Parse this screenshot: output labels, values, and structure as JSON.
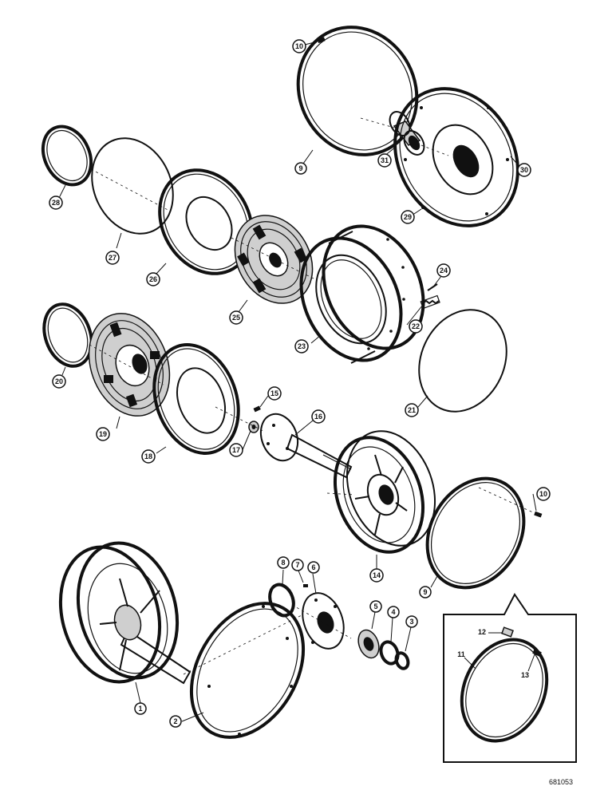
{
  "figure_ref": "681053",
  "callouts": [
    {
      "id": "c10a",
      "label": "10"
    },
    {
      "id": "c9a",
      "label": "9"
    },
    {
      "id": "c31",
      "label": "31"
    },
    {
      "id": "c30",
      "label": "30"
    },
    {
      "id": "c29",
      "label": "29"
    },
    {
      "id": "c28",
      "label": "28"
    },
    {
      "id": "c27",
      "label": "27"
    },
    {
      "id": "c26",
      "label": "26"
    },
    {
      "id": "c25",
      "label": "25"
    },
    {
      "id": "c24",
      "label": "24"
    },
    {
      "id": "c23",
      "label": "23"
    },
    {
      "id": "c22",
      "label": "22"
    },
    {
      "id": "c21",
      "label": "21"
    },
    {
      "id": "c20",
      "label": "20"
    },
    {
      "id": "c19",
      "label": "19"
    },
    {
      "id": "c18",
      "label": "18"
    },
    {
      "id": "c17",
      "label": "17"
    },
    {
      "id": "c16",
      "label": "16"
    },
    {
      "id": "c15",
      "label": "15"
    },
    {
      "id": "c14",
      "label": "14"
    },
    {
      "id": "c10b",
      "label": "10"
    },
    {
      "id": "c9b",
      "label": "9"
    },
    {
      "id": "c8",
      "label": "8"
    },
    {
      "id": "c7",
      "label": "7"
    },
    {
      "id": "c6",
      "label": "6"
    },
    {
      "id": "c5",
      "label": "5"
    },
    {
      "id": "c4",
      "label": "4"
    },
    {
      "id": "c3",
      "label": "3"
    },
    {
      "id": "c2",
      "label": "2"
    },
    {
      "id": "c1",
      "label": "1"
    },
    {
      "id": "c11",
      "label": "11"
    },
    {
      "id": "c12",
      "label": "12"
    },
    {
      "id": "c13",
      "label": "13"
    }
  ]
}
